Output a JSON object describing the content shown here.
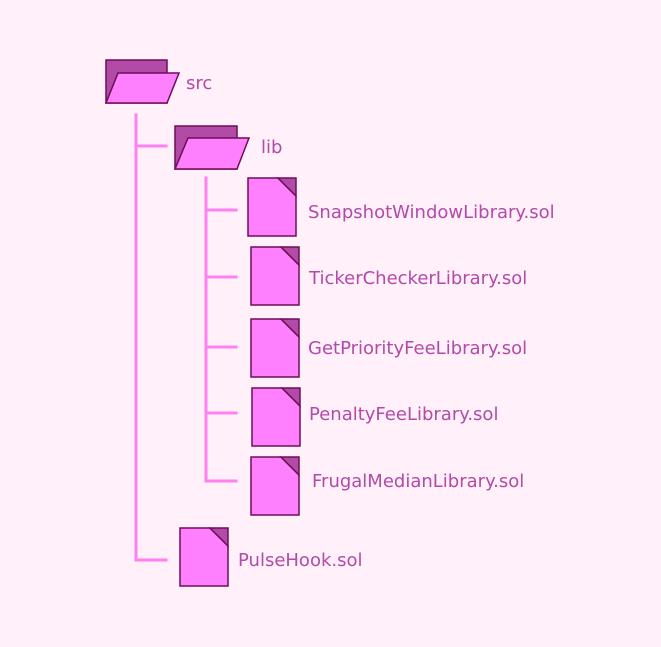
{
  "colors": {
    "background": "#fff0fa",
    "connector": "#ff80f0",
    "file_fill": "#ff80ff",
    "file_stroke": "#6e0e55",
    "folder_back": "#b24aa8",
    "folder_front": "#ff80ff",
    "label": "#b24aa8"
  },
  "tree": {
    "root": {
      "name": "src",
      "icon": "folder-icon",
      "children": [
        {
          "name": "lib",
          "icon": "folder-icon",
          "children": [
            {
              "name": "SnapshotWindowLibrary.sol",
              "icon": "file-icon"
            },
            {
              "name": "TickerCheckerLibrary.sol",
              "icon": "file-icon"
            },
            {
              "name": "GetPriorityFeeLibrary.sol",
              "icon": "file-icon"
            },
            {
              "name": "PenaltyFeeLibrary.sol",
              "icon": "file-icon"
            },
            {
              "name": "FrugalMedianLibrary.sol",
              "icon": "file-icon"
            }
          ]
        },
        {
          "name": "PulseHook.sol",
          "icon": "file-icon"
        }
      ]
    }
  }
}
